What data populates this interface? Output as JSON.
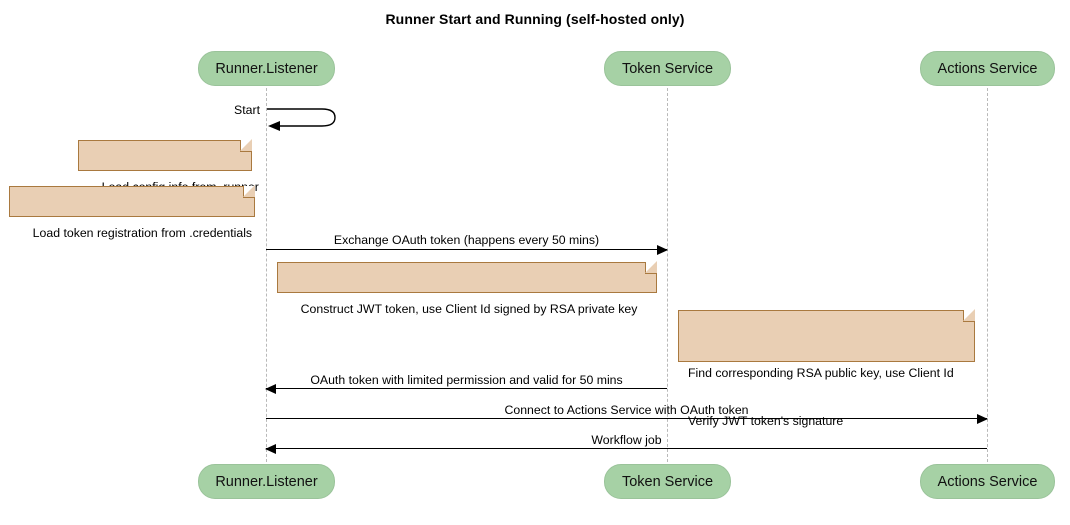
{
  "title": "Runner Start and Running (self-hosted only)",
  "participants": [
    {
      "id": "runner",
      "label": "Runner.Listener"
    },
    {
      "id": "token",
      "label": "Token Service"
    },
    {
      "id": "actions",
      "label": "Actions Service"
    }
  ],
  "notes": [
    {
      "id": "note-config",
      "text": "Load config info from .runner"
    },
    {
      "id": "note-credentials",
      "text": "Load token registration from .credentials"
    },
    {
      "id": "note-jwt",
      "text": "Construct JWT token, use Client Id signed by RSA private key"
    },
    {
      "id": "note-verify-line1",
      "text": "Find corresponding RSA public key, use Client Id"
    },
    {
      "id": "note-verify-line2",
      "text": "Verify JWT token's signature"
    }
  ],
  "messages": [
    {
      "id": "msg-start",
      "label": "Start",
      "from": "runner",
      "to": "runner",
      "kind": "self"
    },
    {
      "id": "msg-exchange",
      "label": "Exchange OAuth token (happens every 50 mins)",
      "from": "runner",
      "to": "token",
      "kind": "sync"
    },
    {
      "id": "msg-oauth-return",
      "label": "OAuth token with limited permission and valid for 50 mins",
      "from": "token",
      "to": "runner",
      "kind": "return"
    },
    {
      "id": "msg-connect",
      "label": "Connect to Actions Service with OAuth token",
      "from": "runner",
      "to": "actions",
      "kind": "sync"
    },
    {
      "id": "msg-workflow",
      "label": "Workflow job",
      "from": "actions",
      "to": "runner",
      "kind": "return"
    }
  ],
  "colors": {
    "participant_fill": "#a6d1a5",
    "note_fill": "#e9cfb4",
    "note_border": "#a9793f",
    "lifeline": "#b9b9b9",
    "arrow": "#000000",
    "background": "#ffffff"
  }
}
